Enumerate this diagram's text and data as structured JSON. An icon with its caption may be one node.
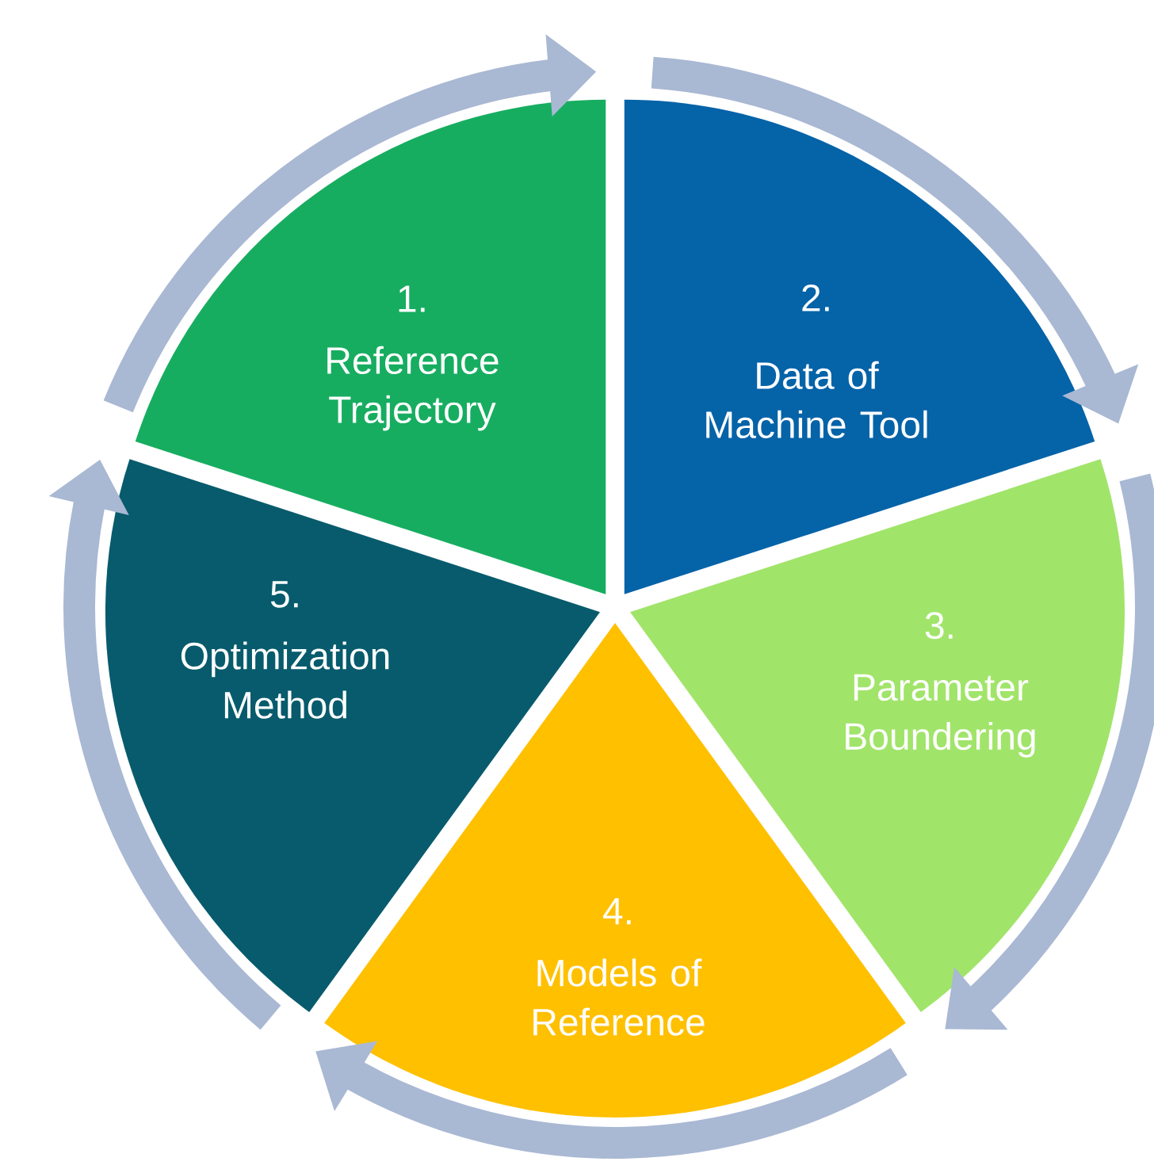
{
  "diagram": {
    "nodes": [
      {
        "text": [
          "1.",
          "Reference Trajectory"
        ]
      },
      {
        "text": [
          "2.",
          "Data of Machine Tool"
        ]
      },
      {
        "text": [
          "3.",
          "Parameter Boundering"
        ]
      },
      {
        "text": [
          "4.",
          "Models of Reference"
        ]
      },
      {
        "text": [
          "5.",
          "Optimization Method"
        ]
      }
    ]
  }
}
